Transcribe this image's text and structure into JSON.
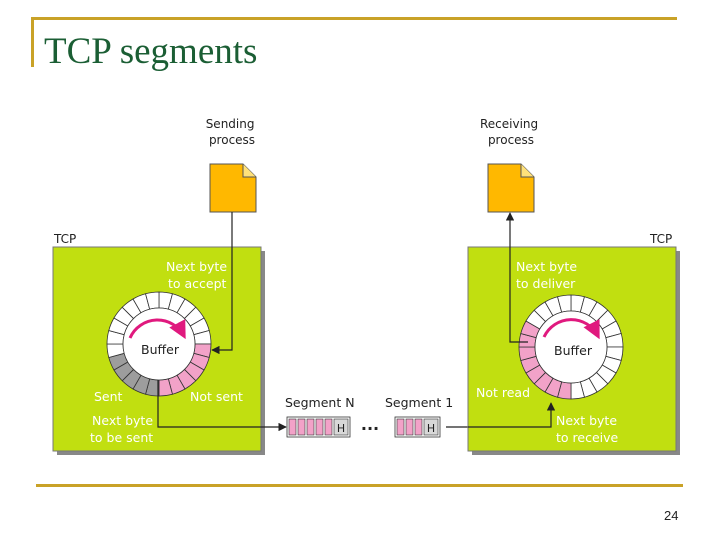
{
  "slide": {
    "title": "TCP segments",
    "page_number": "24"
  },
  "diagram": {
    "sender": {
      "tcp_label": "TCP",
      "process_label": [
        "Sending",
        "process"
      ],
      "next_byte_accept": [
        "Next byte",
        "to accept"
      ],
      "buffer_label": "Buffer",
      "sent_label": "Sent",
      "not_sent_label": "Not sent",
      "next_byte_sent": [
        "Next byte",
        "to be sent"
      ]
    },
    "receiver": {
      "tcp_label": "TCP",
      "process_label": [
        "Receiving",
        "process"
      ],
      "next_byte_deliver": [
        "Next byte",
        "to deliver"
      ],
      "buffer_label": "Buffer",
      "not_read_label": "Not read",
      "next_byte_receive": [
        "Next byte",
        "to receive"
      ]
    },
    "segments": {
      "segment_n_label": "Segment N",
      "segment_1_label": "Segment 1",
      "header_label": "H",
      "ellipsis": "..."
    },
    "colors": {
      "tcp_box": "#c1df10",
      "document": "#ffb800",
      "pink": "#f2a2c8",
      "magenta": "#e0197e",
      "gray": "#9d9d9d",
      "title": "#1b5e34",
      "rule": "#c9a227"
    }
  }
}
